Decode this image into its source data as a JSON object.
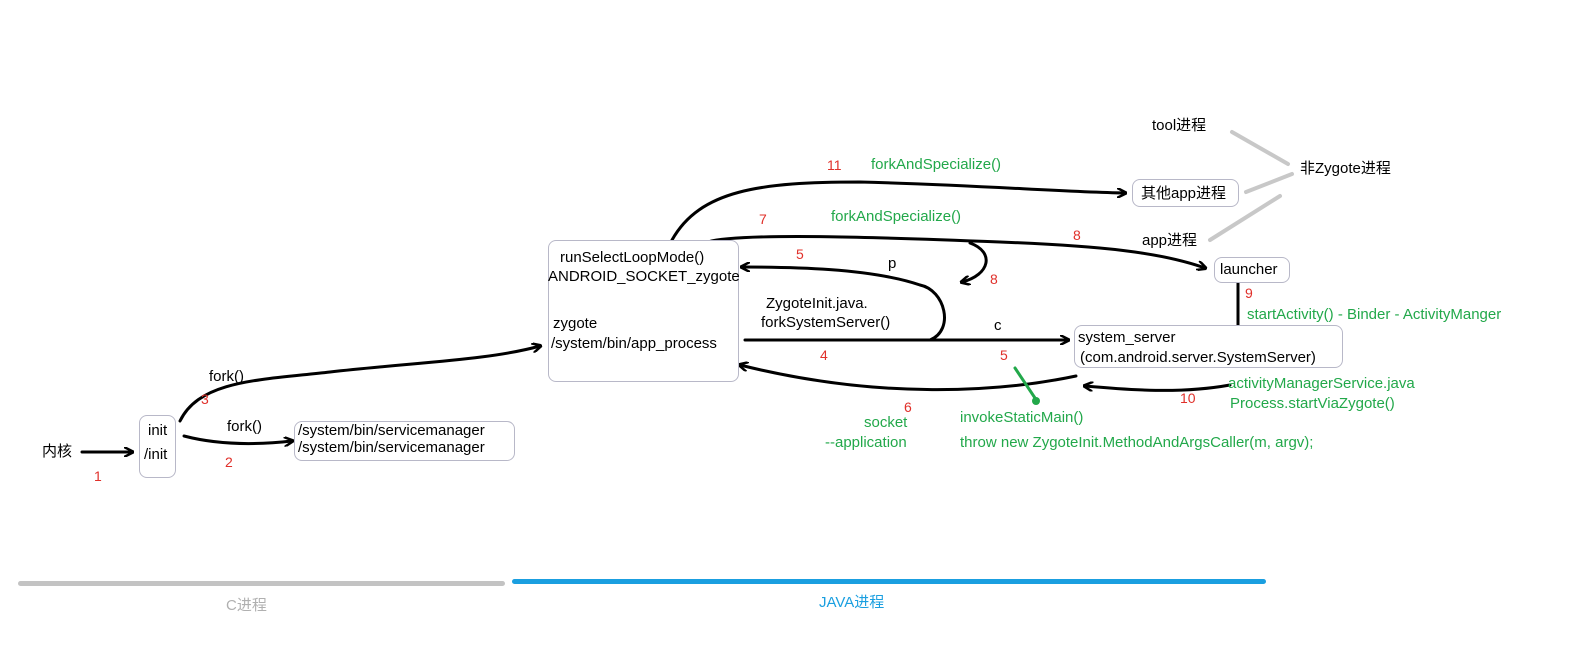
{
  "nodes": {
    "kernel": "内核",
    "init": [
      "init",
      "/init"
    ],
    "servicemanager": [
      "/system/bin/servicemanager",
      "/system/bin/servicemanager"
    ],
    "zygote": [
      "runSelectLoopMode()",
      "ANDROID_SOCKET_zygote",
      "zygote",
      "/system/bin/app_process"
    ],
    "system_server": [
      "system_server",
      "(com.android.server.SystemServer)"
    ],
    "launcher": "launcher",
    "other_apps": "其他app进程",
    "tool_process": "tool进程",
    "app_process": "app进程",
    "non_zygote": "非Zygote进程"
  },
  "black_labels": {
    "fork_3": "fork()",
    "fork_2": "fork()",
    "zygoteinit": [
      "ZygoteInit.java.",
      "forkSystemServer()"
    ],
    "p": "p",
    "c": "c"
  },
  "green_labels": {
    "fork_specialize_11": "forkAndSpecialize()",
    "fork_specialize_7": "forkAndSpecialize()",
    "start_activity": "startActivity()  - Binder - ActivityManger",
    "ams": [
      "activityManagerService.java",
      "Process.startViaZygote()"
    ],
    "socket": [
      "socket",
      "--application"
    ],
    "invoke": [
      "invokeStaticMain()",
      "throw new ZygoteInit.MethodAndArgsCaller(m, argv);"
    ]
  },
  "step_numbers": {
    "s1": "1",
    "s2": "2",
    "s3": "3",
    "s4": "4",
    "s5a": "5",
    "s5b": "5",
    "s6": "6",
    "s7": "7",
    "s8a": "8",
    "s8b": "8",
    "s9": "9",
    "s10": "10",
    "s11": "11"
  },
  "footer": {
    "c_process": "C进程",
    "java_process": "JAVA进程"
  },
  "colors": {
    "arrow": "#000000",
    "highlight": "#22a84a",
    "step": "#e0302a",
    "c_bar": "#c3c3c3",
    "java_bar": "#1a9fe0",
    "connector": "#c8c8c8"
  }
}
